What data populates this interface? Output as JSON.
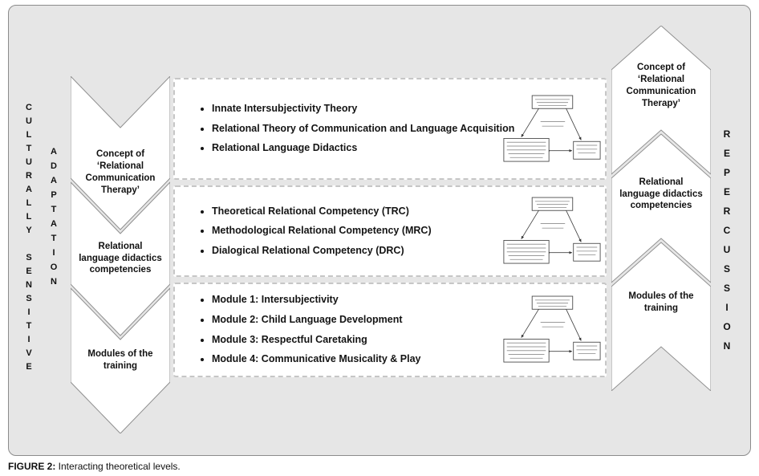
{
  "caption": {
    "label": "FIGURE 2:",
    "text": " Interacting theoretical levels."
  },
  "side_labels": {
    "left_outer": "CULTURALLY SENSITIVE",
    "left_inner": "ADAPTATION",
    "right_outer": "REPERCUSSION"
  },
  "left_flow": {
    "direction": "down",
    "items": [
      "Concept of ‘Relational Communication Therapy’",
      "Relational language didactics competencies",
      "Modules of the training"
    ]
  },
  "right_flow": {
    "direction": "up",
    "items": [
      "Concept of ‘Relational Communication Therapy’",
      "Relational language didactics competencies",
      "Modules of the training"
    ]
  },
  "main_rows": [
    {
      "bullets": [
        "Innate Intersubjectivity Theory",
        "Relational Theory of Communication and Language Acquisition",
        "Relational Language Didactics"
      ]
    },
    {
      "bullets": [
        "Theoretical Relational Competency (TRC)",
        "Methodological Relational Competency (MRC)",
        "Dialogical Relational Competency (DRC)"
      ]
    },
    {
      "bullets": [
        "Module 1: Intersubjectivity",
        "Module 2: Child Language Development",
        "Module 3: Respectful Caretaking",
        "Module 4: Communicative Musicality & Play"
      ]
    }
  ],
  "colors": {
    "panel_bg": "#e6e6e6",
    "box_bg": "#ffffff",
    "panel_border": "#8c8c8c",
    "dashed_border": "#c6c6c6",
    "text": "#1a1a1a"
  }
}
